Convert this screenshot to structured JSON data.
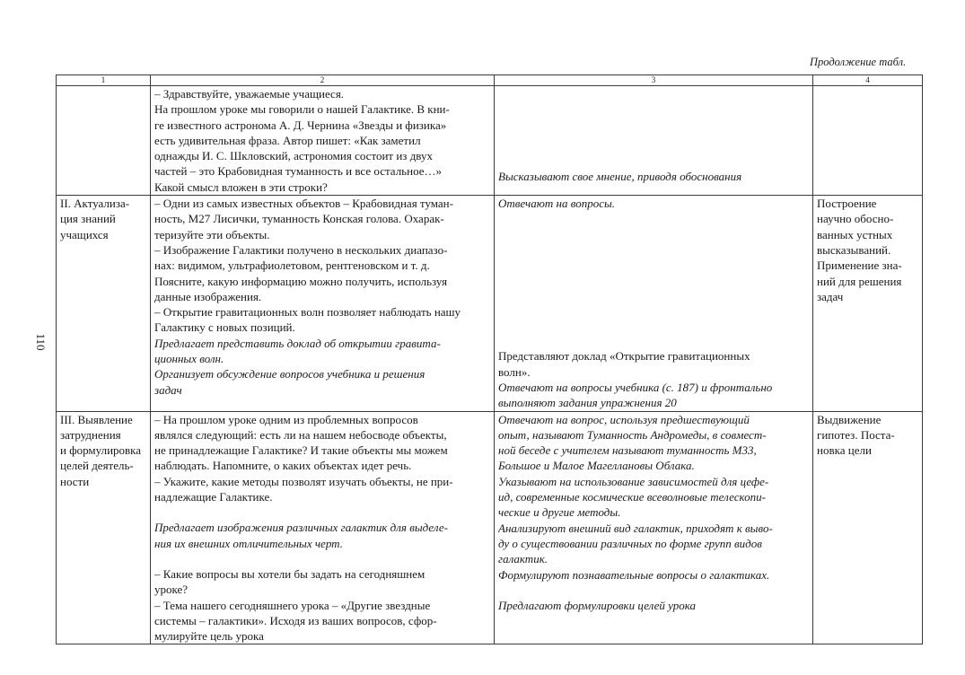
{
  "header": {
    "continuation": "Продолжение табл."
  },
  "page_number": "110",
  "table": {
    "column_numbers": [
      "1",
      "2",
      "3",
      "4"
    ],
    "rows": [
      {
        "col1": [],
        "col2": [
          "– Здравствуйте, уважаемые учащиеся.",
          "На прошлом уроке мы говорили о нашей Галактике. В кни-",
          "ге известного астронома А. Д. Чернина «Звезды и физика»",
          "есть удивительная фраза. Автор пишет: «Как заметил",
          "однажды И. С. Шкловский, астрономия состоит из двух",
          "частей – это Крабовидная туманность и все остальное…»",
          "Какой смысл вложен в эти строки?"
        ],
        "col3": [
          "Высказывают свое мнение, приводя обоснования"
        ],
        "col4": []
      },
      {
        "col1": [
          "II. Актуализа-",
          "ция знаний",
          "учащихся"
        ],
        "col2": [
          "– Одни из самых известных объектов – Крабовидная туман-",
          "ность, М27 Лисички, туманность Конская голова. Охарак-",
          "теризуйте эти объекты.",
          "– Изображение Галактики получено в нескольких диапазо-",
          "нах: видимом, ультрафиолетовом, рентгеновском и т. д.",
          "Поясните, какую информацию можно получить, используя",
          "данные изображения.",
          "– Открытие гравитационных волн позволяет наблюдать нашу",
          "Галактику с новых позиций."
        ],
        "col2_italic": [
          "Предлагает представить доклад об открытии гравита-",
          "ционных волн.",
          "Организует обсуждение вопросов учебника и решения",
          "задач"
        ],
        "col3_top": [
          "Отвечают на вопросы."
        ],
        "col3_mid": [
          "Представляют доклад «Открытие гравитационных",
          "волн»."
        ],
        "col3_italic": [
          "Отвечают на вопросы учебника (с. 187) и фронтально",
          "выполняют задания упражнения 20"
        ],
        "col4": [
          "Построение",
          "научно обосно-",
          "ванных устных",
          "высказываний.",
          "Применение зна-",
          "ний для решения",
          "задач"
        ]
      },
      {
        "col1": [
          "III. Выявление",
          "затруднения",
          "и формулировка",
          "целей деятель-",
          "ности"
        ],
        "col2_a": [
          "– На прошлом уроке одним из проблемных вопросов",
          "являлся следующий: есть ли на нашем небосводе объекты,",
          "не принадлежащие Галактике? И такие объекты мы можем",
          "наблюдать. Напомните, о каких объектах идет речь.",
          "– Укажите, какие методы позволят изучать объекты, не при-",
          "надлежащие  Галактике."
        ],
        "col2_italic": [
          "Предлагает изображения различных галактик для выделе-",
          "ния их внешних отличительных черт."
        ],
        "col2_b": [
          "– Какие вопросы вы хотели бы задать на сегодняшнем",
          "уроке?",
          "– Тема нашего сегодняшнего урока – «Другие звездные",
          "системы – галактики». Исходя из ваших вопросов, сфор-",
          "мулируйте цель урока"
        ],
        "col3": [
          "Отвечают на вопрос, используя предшествующий",
          "опыт, называют Туманность Андромеды, в совмест-",
          "ной беседе с учителем называют туманность М33,",
          "Большое и Малое Магеллановы Облака.",
          "Указывают на использование зависимостей для цефе-",
          "ид, современные космические всеволновые телескопи-",
          "ческие и другие методы.",
          "Анализируют внешний вид галактик, приходят к выво-",
          "ду о существовании различных по форме групп видов",
          "галактик.",
          "Формулируют познавательные вопросы о галактиках."
        ],
        "col3_last": [
          "Предлагают формулировки целей урока"
        ],
        "col4": [
          "Выдвижение",
          "гипотез. Поста-",
          "новка цели"
        ]
      }
    ]
  }
}
